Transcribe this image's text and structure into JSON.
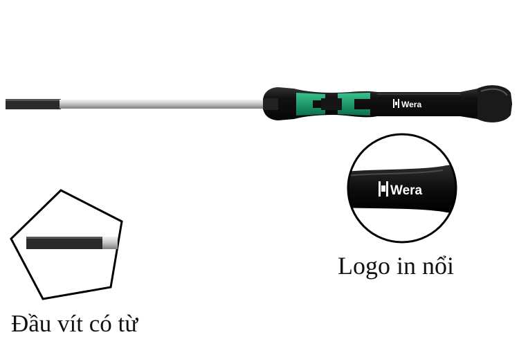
{
  "product": {
    "brand_logo_text": "Wera",
    "colors": {
      "handle": "#111111",
      "grip_accent": "#1f9a6b",
      "shaft": "#c9c9c9",
      "blade": "#2a2a2a",
      "outline": "#000000"
    }
  },
  "callouts": {
    "logo": {
      "label": "Logo in nổi",
      "icon": "magnifier-circle-logo"
    },
    "tip": {
      "label": "Đầu vít có từ",
      "icon": "pentagon-tip-detail"
    }
  }
}
